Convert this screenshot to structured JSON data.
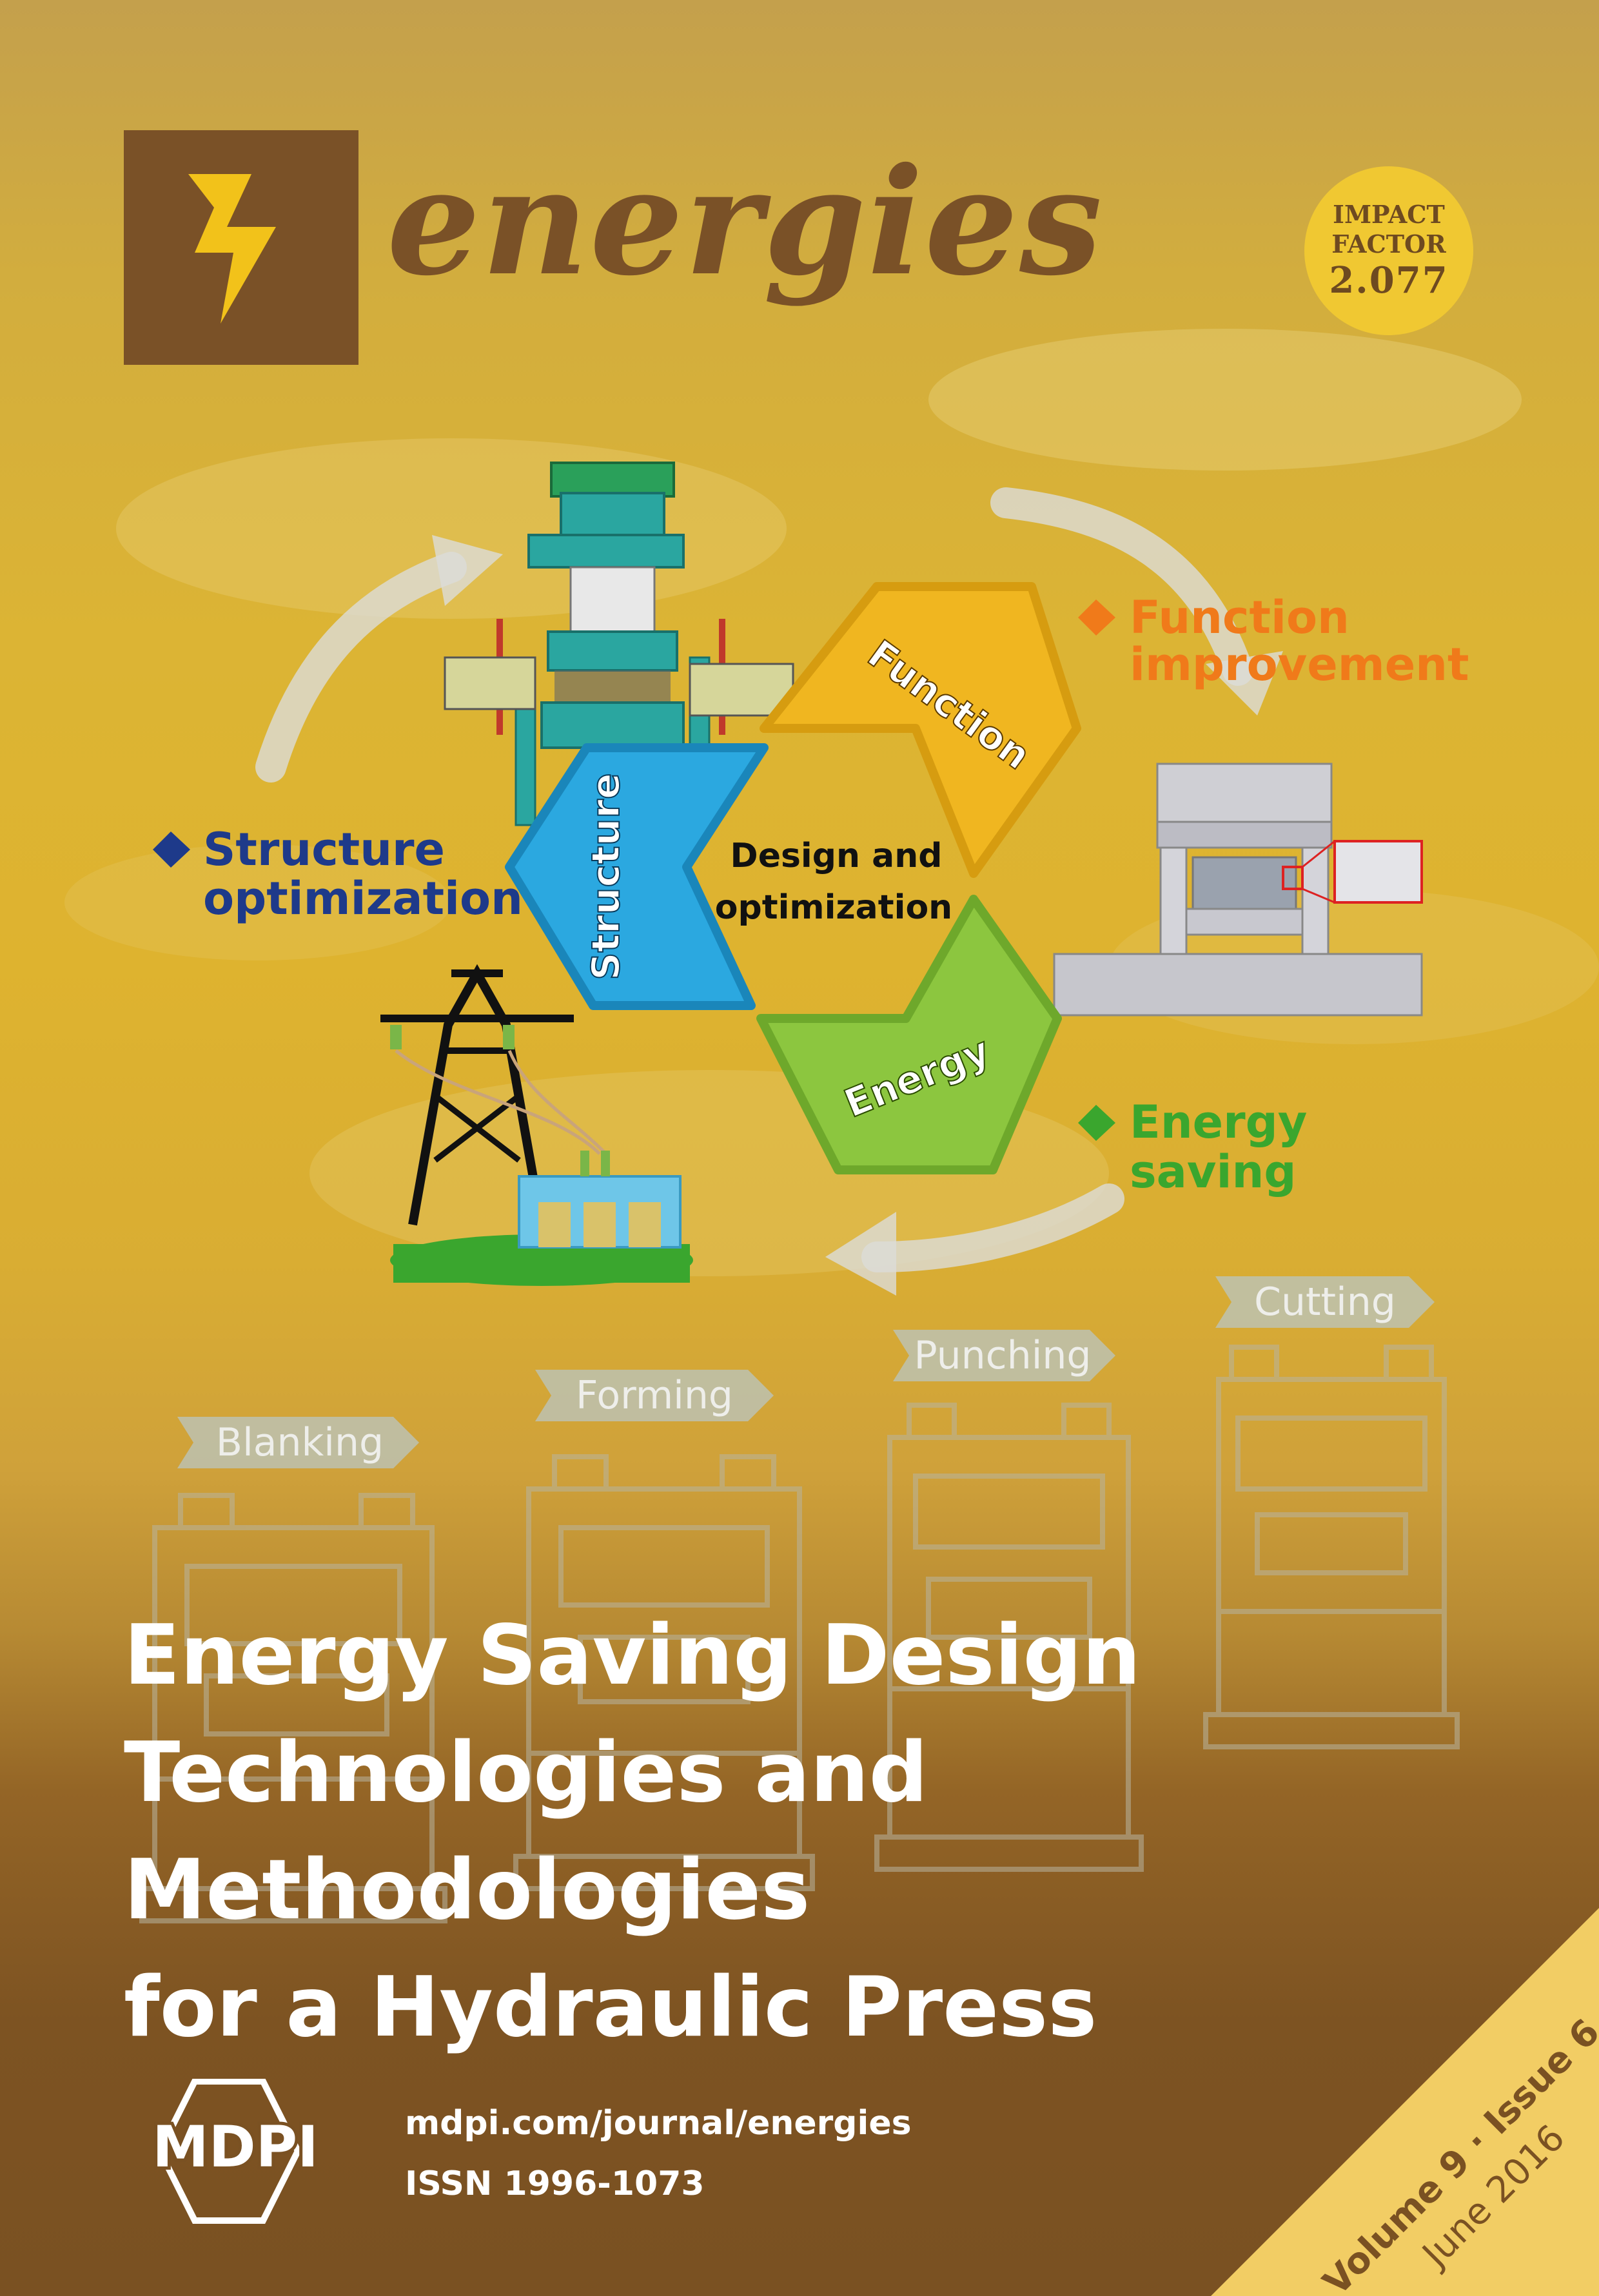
{
  "journal": {
    "name": "energies"
  },
  "impact_factor": {
    "label_line1": "IMPACT",
    "label_line2": "FACTOR",
    "value": "2.077"
  },
  "diagram": {
    "center_line1": "Design and",
    "center_line2": "optimization",
    "hex_function": "Function",
    "hex_structure": "Structure",
    "hex_energy": "Energy",
    "function_label_line1": "Function",
    "function_label_line2": "improvement",
    "structure_label_line1": "Structure",
    "structure_label_line2": "optimization",
    "energy_label_line1": "Energy",
    "energy_label_line2": "saving",
    "colors": {
      "function": "#f0b620",
      "structure": "#2ba8e0",
      "energy": "#8cc63f",
      "function_text": "#f07a1a",
      "structure_text": "#1e3a8a",
      "energy_text": "#3aa62e"
    }
  },
  "processes": [
    "Blanking",
    "Forming",
    "Punching",
    "Cutting"
  ],
  "title": {
    "line1": "Energy Saving Design",
    "line2": "Technologies and Methodologies",
    "line3": "for a Hydraulic Press"
  },
  "publisher": {
    "name": "MDPI",
    "url": "mdpi.com/journal/energies",
    "issn": "ISSN 1996-1073"
  },
  "issue": {
    "volume_issue": "Volume 9 · Issue 6",
    "date": "June 2016"
  }
}
